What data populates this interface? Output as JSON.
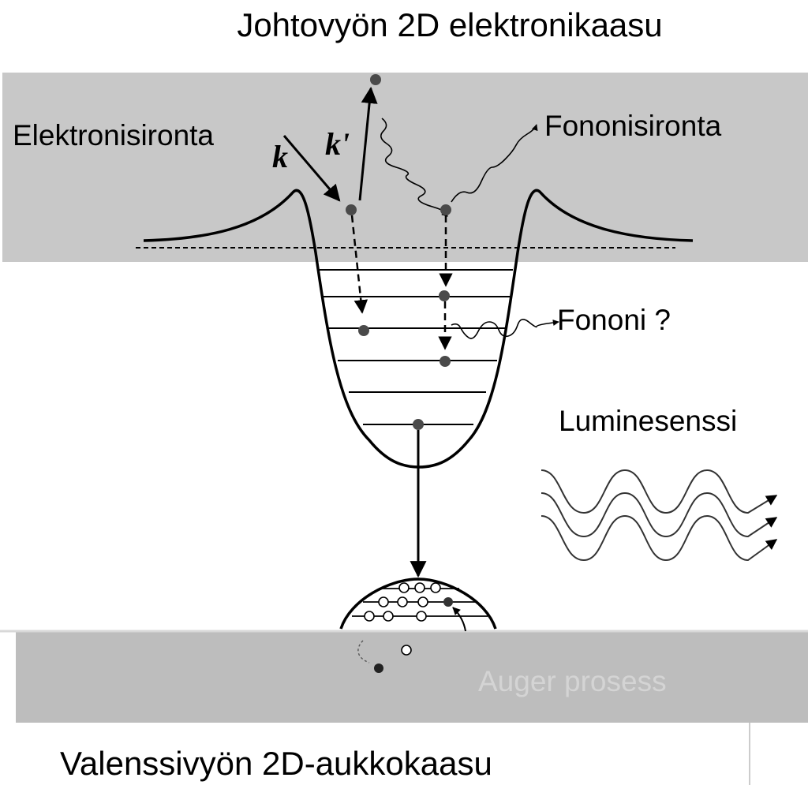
{
  "title_top": "Johtovyön 2D elektronikaasu",
  "title_bottom": "Valenssivyön 2D-aukkokaasu",
  "labels": {
    "electron_scattering": "Elektronisironta",
    "phonon_scattering": "Fononisironta",
    "phonon": "Fononi ?",
    "luminescence": "Luminesenssi",
    "auger": "Auger prosess",
    "k": "k",
    "k_prime": "k'"
  },
  "colors": {
    "band_gray": "#c8c8c8",
    "lower_band_gray": "#bdbdbd",
    "dot": "#4a4a4a",
    "line": "#000000"
  }
}
